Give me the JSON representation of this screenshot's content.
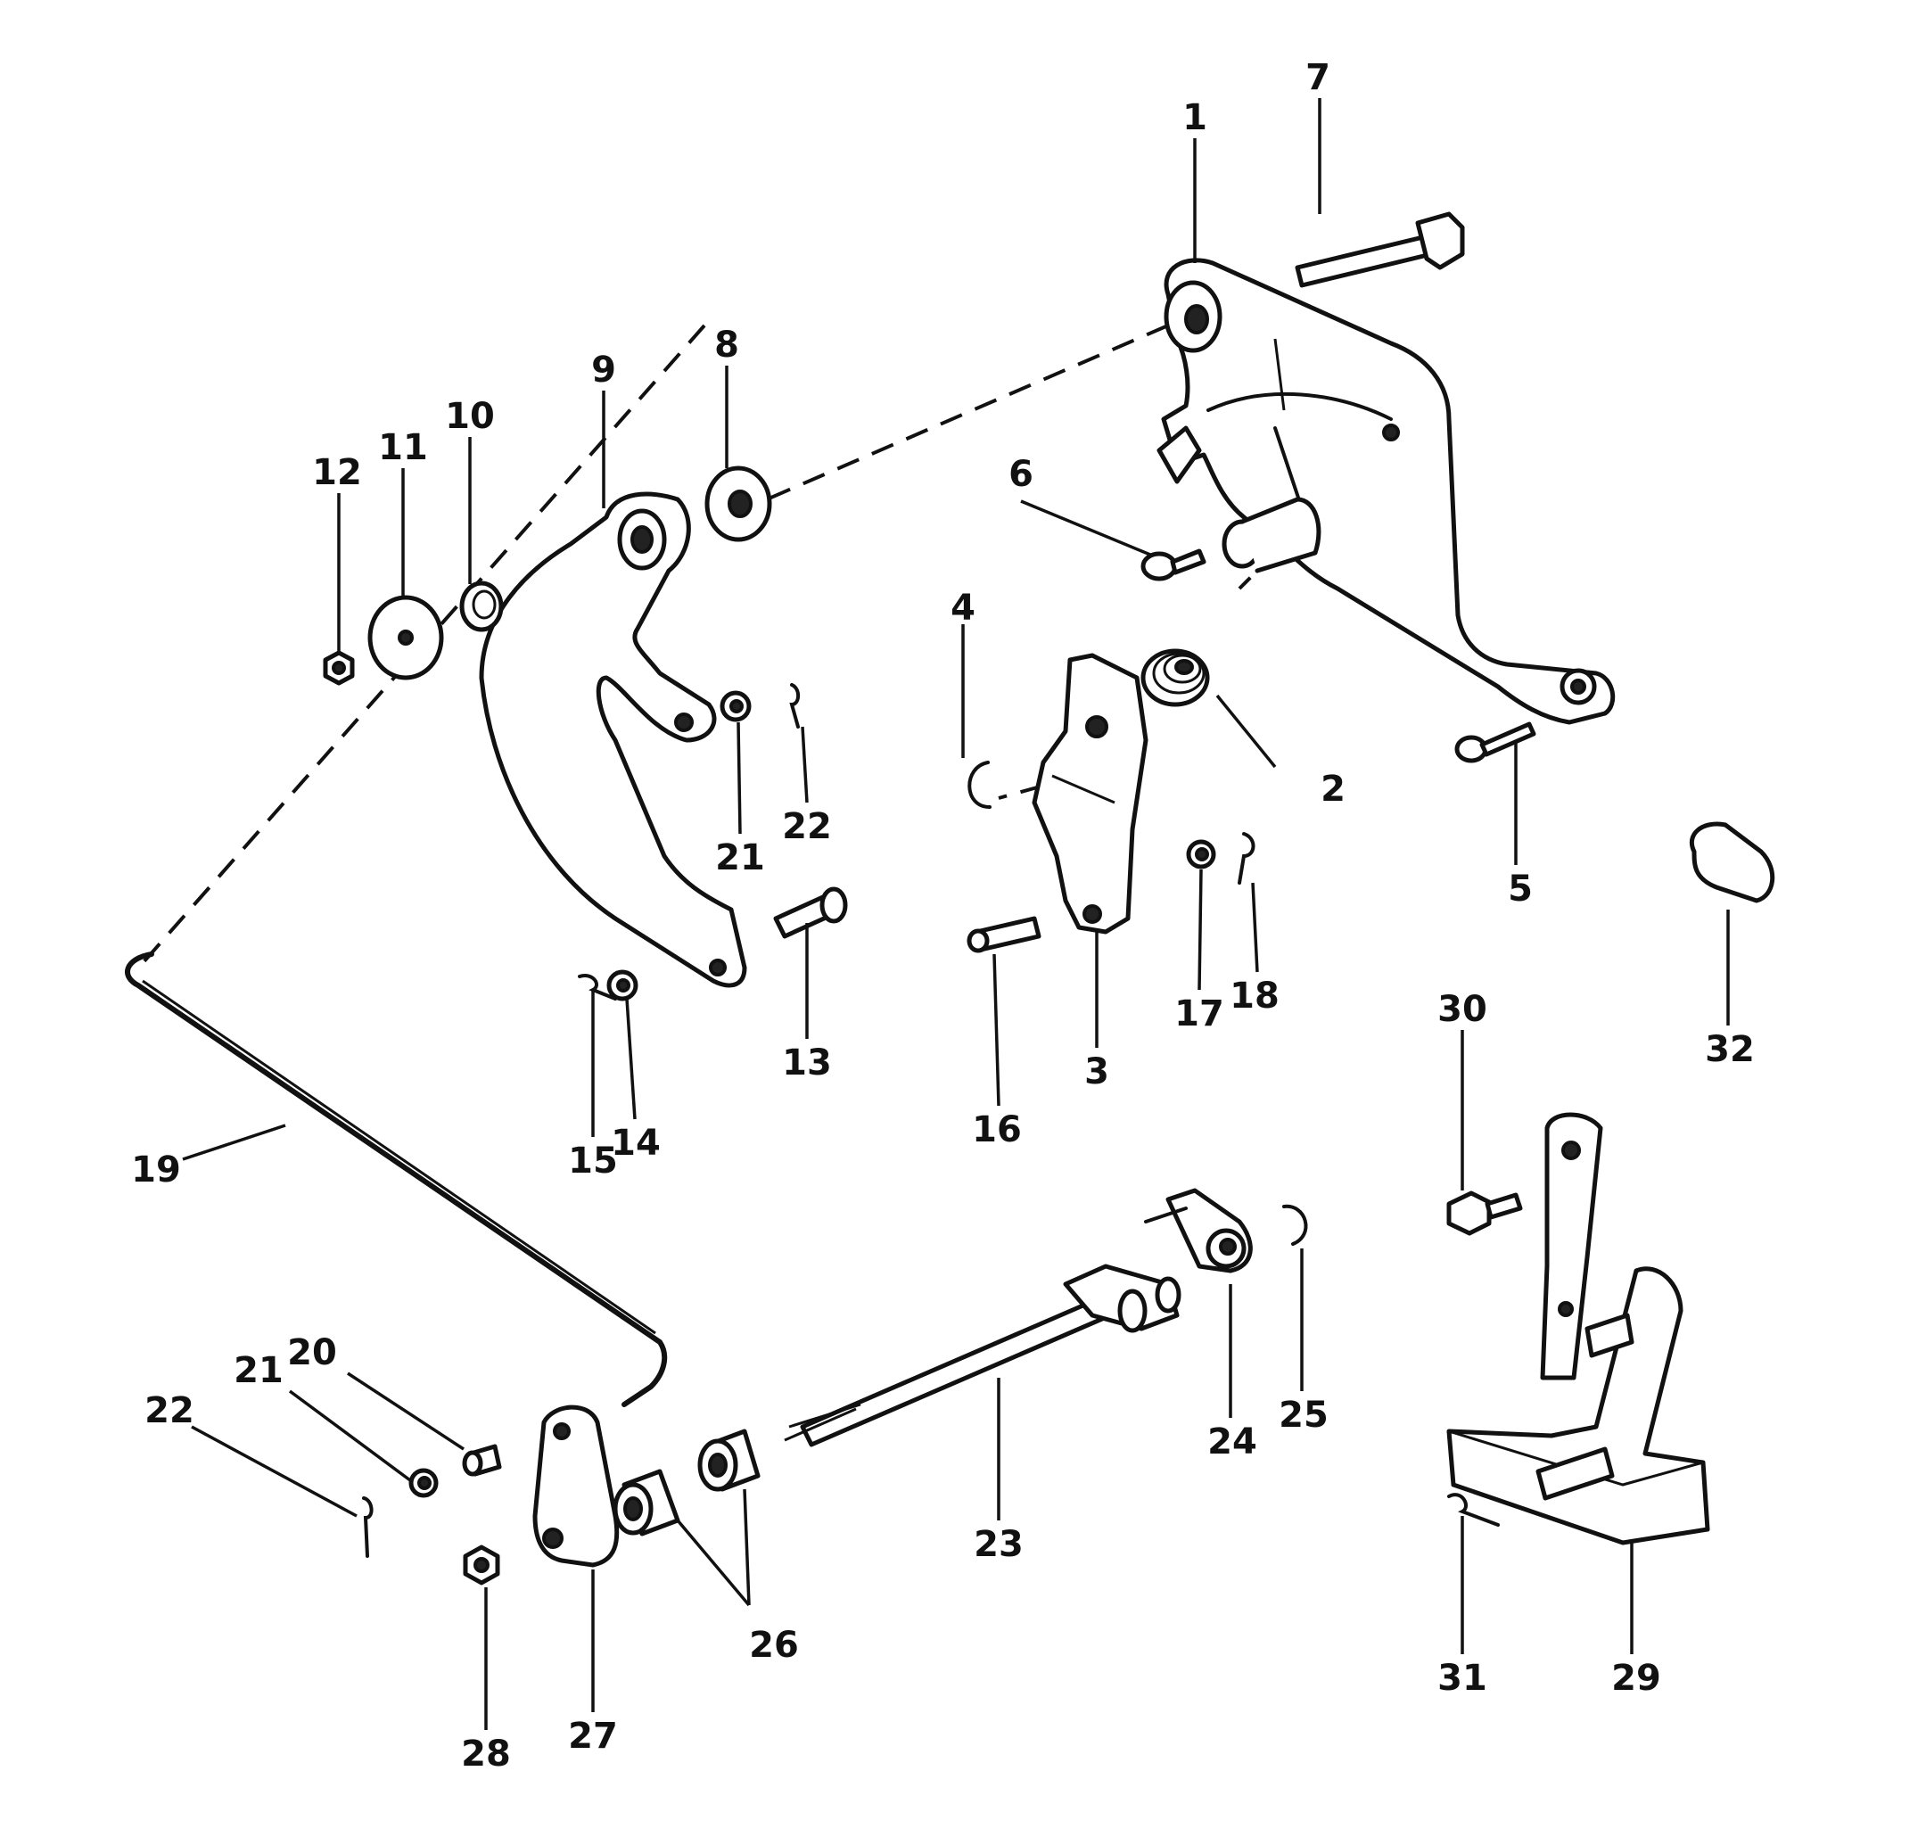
{
  "diagram": {
    "background": "#ffffff",
    "ink": "#111111",
    "callouts": [
      "1",
      "2",
      "3",
      "4",
      "5",
      "6",
      "7",
      "8",
      "9",
      "10",
      "11",
      "12",
      "13",
      "14",
      "15",
      "16",
      "17",
      "18",
      "19",
      "20",
      "21",
      "22",
      "21",
      "22",
      "23",
      "24",
      "25",
      "26",
      "27",
      "28",
      "29",
      "30",
      "31",
      "32"
    ]
  }
}
